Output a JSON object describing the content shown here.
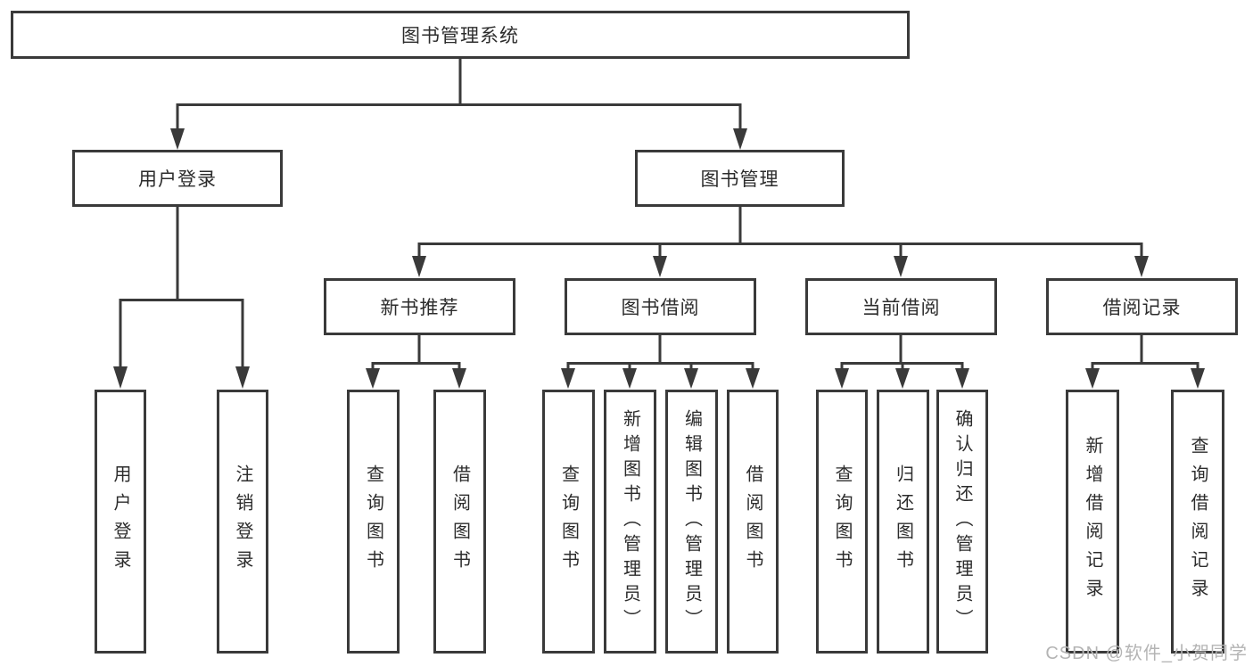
{
  "tree": {
    "label": "图书管理系统",
    "children": [
      {
        "label": "用户登录",
        "children": [
          {
            "label": "用户登录"
          },
          {
            "label": "注销登录"
          }
        ]
      },
      {
        "label": "图书管理",
        "children": [
          {
            "label": "新书推荐",
            "children": [
              {
                "label": "查询图书"
              },
              {
                "label": "借阅图书"
              }
            ]
          },
          {
            "label": "图书借阅",
            "children": [
              {
                "label": "查询图书"
              },
              {
                "label": "新增图书（管理员）"
              },
              {
                "label": "编辑图书（管理员）"
              },
              {
                "label": "借阅图书"
              }
            ]
          },
          {
            "label": "当前借阅",
            "children": [
              {
                "label": "查询图书"
              },
              {
                "label": "归还图书"
              },
              {
                "label": "确认归还（管理员）"
              }
            ]
          },
          {
            "label": "借阅记录",
            "children": [
              {
                "label": "新增借阅记录"
              },
              {
                "label": "查询借阅记录"
              }
            ]
          }
        ]
      }
    ]
  },
  "watermark": "CSDN @软件_小贺同学",
  "colors": {
    "line": "#3a3a3a",
    "text": "#2c2c2c",
    "watermark_text": "#b4b4b4",
    "background": "#ffffff"
  }
}
